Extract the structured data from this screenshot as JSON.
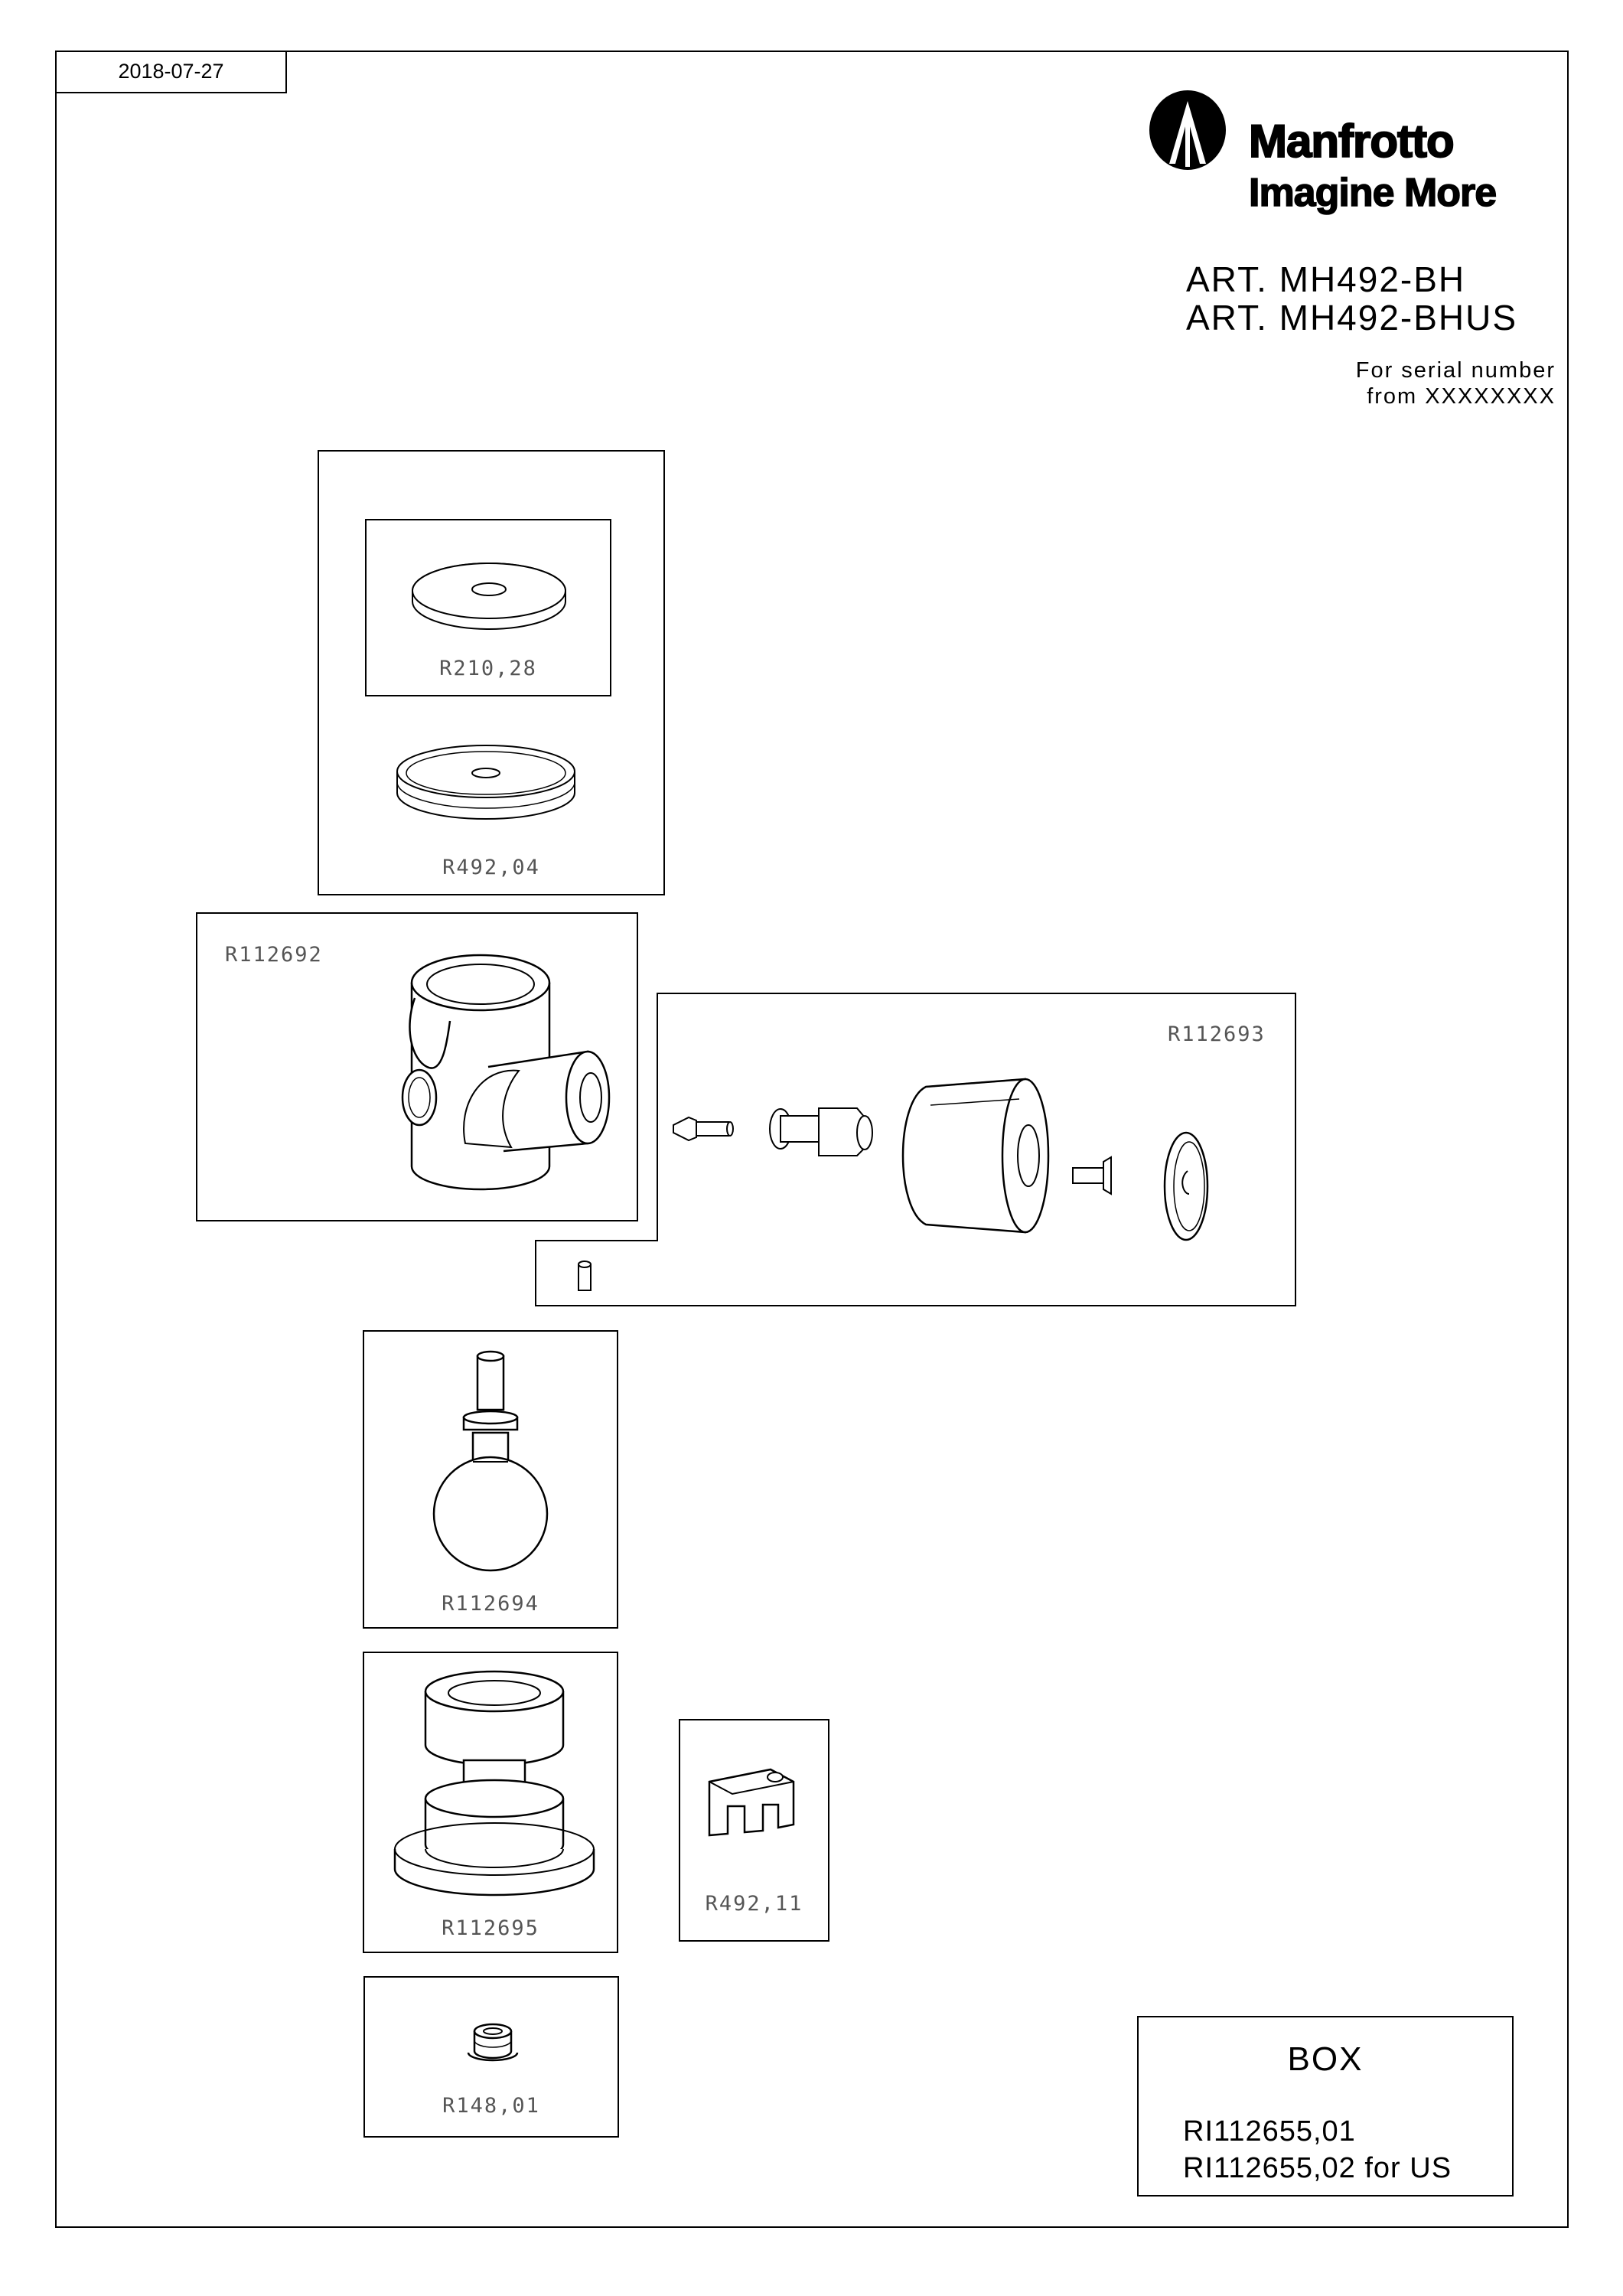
{
  "header": {
    "date": "2018-07-27",
    "brand": "Manfrotto",
    "tagline": "Imagine More",
    "art_lines": [
      "ART. MH492-BH",
      "ART. MH492-BHUS"
    ],
    "serial_lines": [
      "For serial number",
      "from XXXXXXXX"
    ]
  },
  "parts": {
    "r210_28": "R210,28",
    "r492_04": "R492,04",
    "r112692": "R112692",
    "r112693": "R112693",
    "r112694": "R112694",
    "r112695": "R112695",
    "r492_11": "R492,11",
    "r148_01": "R148,01"
  },
  "box": {
    "title": "BOX",
    "codes": [
      "RI112655,01",
      "RI112655,02 for US"
    ]
  },
  "colors": {
    "line": "#000000",
    "label": "#555555",
    "background": "#ffffff"
  }
}
